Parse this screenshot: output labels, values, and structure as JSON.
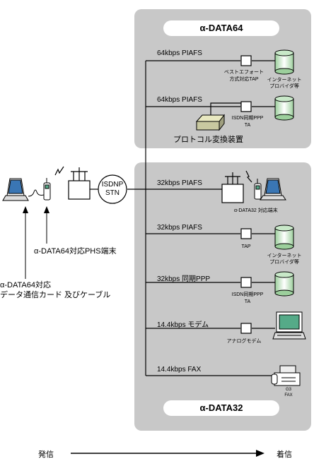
{
  "top_group": {
    "title": "α-DATA64",
    "links": [
      {
        "label": "64kbps PIAFS",
        "device": "ベストエフォート\n方式対応TAP",
        "endpoint": "インターネット\nプロバイダ等"
      },
      {
        "label": "64kbps PIAFS",
        "device": "ISDN同期PPP\nTA",
        "gateway": "プロトコル変換装置"
      }
    ]
  },
  "bottom_group": {
    "title": "α-DATA32",
    "links": [
      {
        "label": "32kbps PIAFS",
        "device": "α-DATA32 対応端末"
      },
      {
        "label": "32kbps PIAFS",
        "device": "TAP",
        "endpoint": "インターネット\nプロバイダ等"
      },
      {
        "label": "32kbps 同期PPP",
        "device": "ISDN同期PPP\nTA"
      },
      {
        "label": "14.4kbps モデム",
        "device": "アナログモデム"
      },
      {
        "label": "14.4kbps FAX",
        "device": "G3\nFAX"
      }
    ]
  },
  "network": {
    "label": "ISDNP\nSTN"
  },
  "caller": {
    "phs_label": "α-DATA64対応PHS端末",
    "card_label": "α-DATA64対応\nデータ通信カード 及びケーブル"
  },
  "direction": {
    "from": "発信",
    "to": "着信"
  }
}
